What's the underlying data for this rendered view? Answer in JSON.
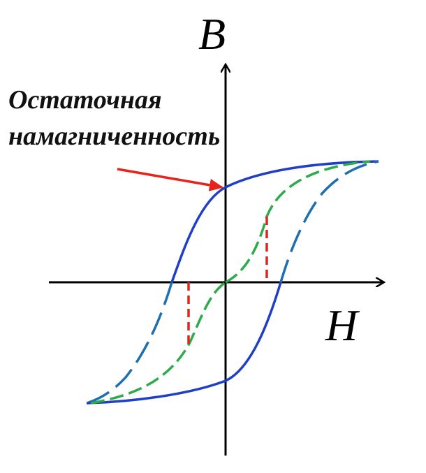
{
  "labels": {
    "y_axis": "B",
    "x_axis": "H",
    "callout_line1": "Остаточная",
    "callout_line2": "намагниченность"
  },
  "colors": {
    "axes": "#000000",
    "outer_loop": "#1f3fc8",
    "outer_loop_dash": "#1f6fb0",
    "inner_curve": "#2eaa4a",
    "marker": "#e8221a",
    "arrow": "#e8221a"
  }
}
